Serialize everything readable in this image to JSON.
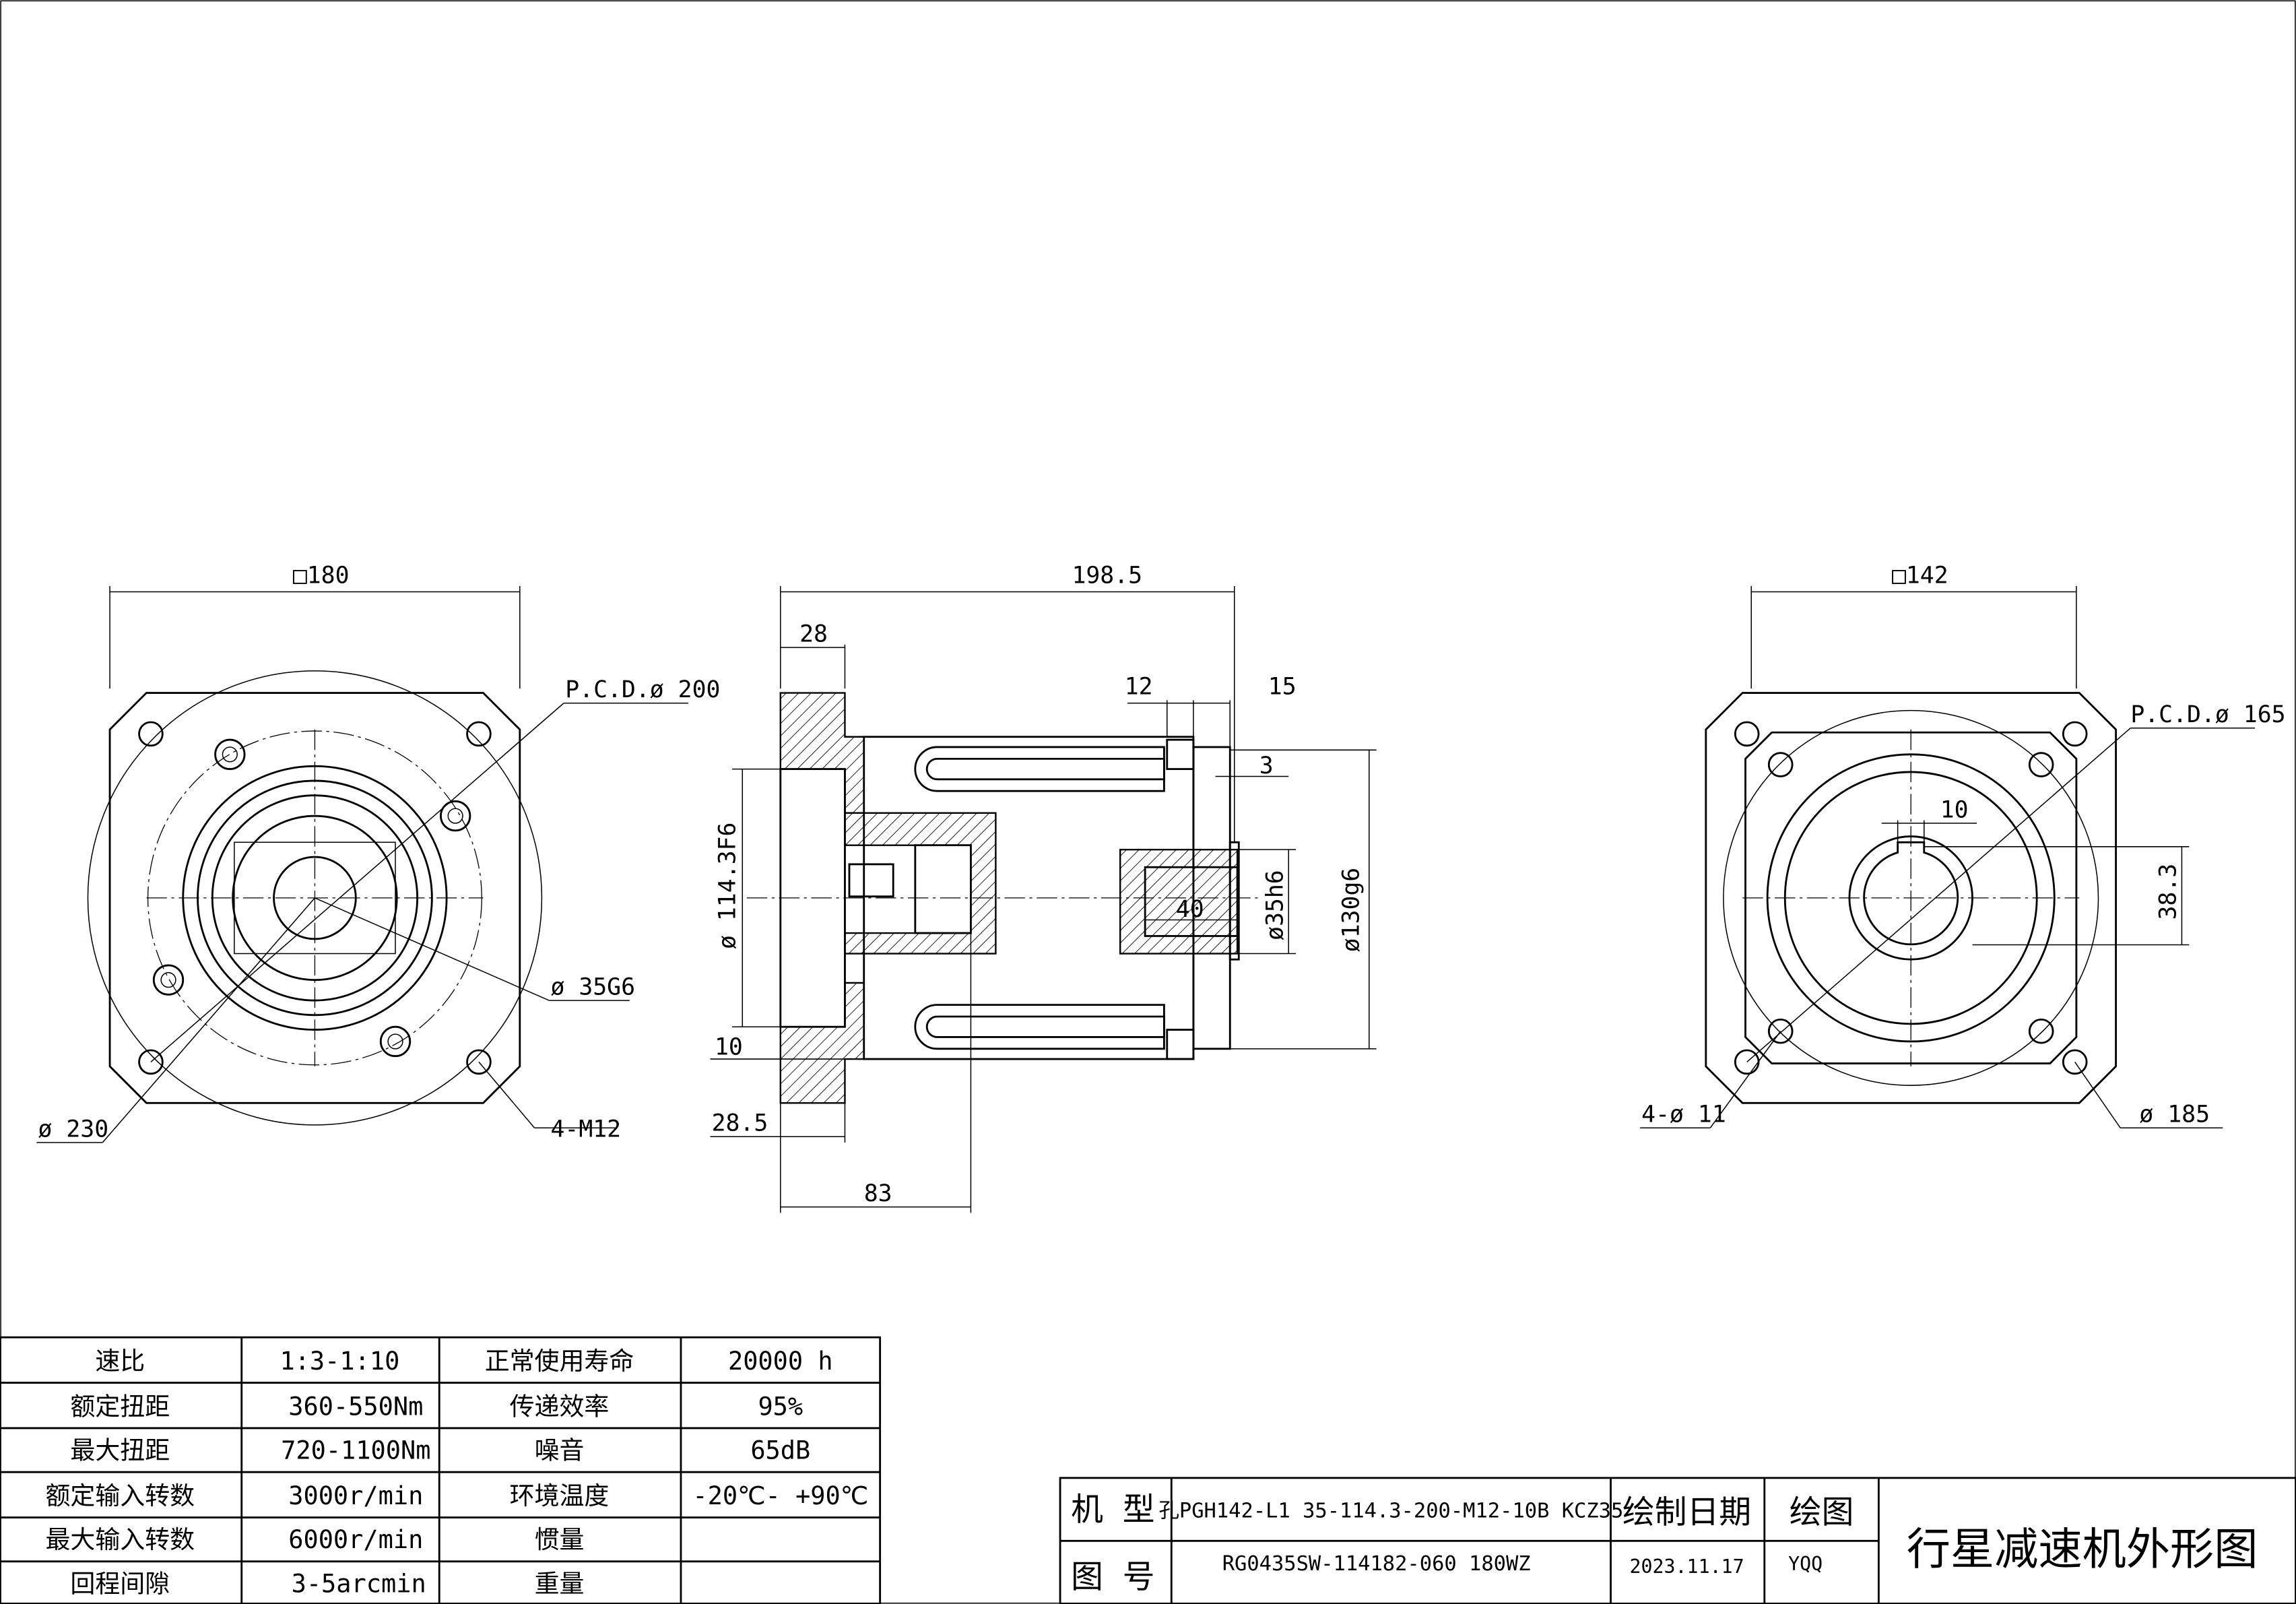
{
  "front_view": {
    "square": "□180",
    "pcd": "P.C.D.ø 200",
    "bore": "ø 35G6",
    "outer": "ø 230",
    "bolts": "4-M12"
  },
  "side_view": {
    "length": "198.5",
    "flange": "28",
    "d12": "12",
    "d15": "15",
    "d3": "3",
    "pilot": "ø 114.3F6",
    "shaft": "ø35h6",
    "body": "ø130g6",
    "key_len": "40",
    "d10": "10",
    "d28_5": "28.5",
    "d83": "83"
  },
  "rear_view": {
    "square": "□142",
    "pcd": "P.C.D.ø 165",
    "key": "10",
    "key_height": "38.3",
    "holes": "4-ø 11",
    "outer": "ø 185"
  },
  "spec_table": [
    [
      "速比",
      "1:3-1:10",
      "正常使用寿命",
      "20000  h"
    ],
    [
      "额定扭距",
      "360-550Nm",
      "传递效率",
      "95%"
    ],
    [
      "最大扭距",
      "720-1100Nm",
      "噪音",
      "65dB"
    ],
    [
      "额定输入转数",
      "3000r/min",
      "环境温度",
      "-20℃- +90℃"
    ],
    [
      "最大输入转数",
      "6000r/min",
      "惯量",
      ""
    ],
    [
      "回程间隙",
      "3-5arcmin",
      "重量",
      ""
    ]
  ],
  "title_block": {
    "model_label": "机 型",
    "model": "孔PGH142-L1 35-114.3-200-M12-10B KCZ35",
    "drawing_no_label": "图 号",
    "drawing_no": "RG0435SW-114182-060 180WZ",
    "date_label": "绘制日期",
    "date": "2023.11.17",
    "drawer_label": "绘图",
    "drawer": "YQQ",
    "title": "行星减速机外形图"
  }
}
